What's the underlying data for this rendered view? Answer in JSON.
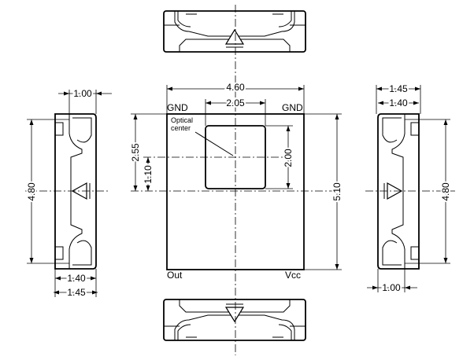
{
  "front": {
    "width": "4.60",
    "height": "5.10",
    "window_width": "2.05",
    "window_height": "2.00",
    "center_y_from_top": "2.55",
    "center_y_from_window_bottom": "1.10",
    "pin_top_left": "GND",
    "pin_top_right": "GND",
    "pin_bottom_left": "Out",
    "pin_bottom_right": "Vcc",
    "optical_center_line1": "Optical",
    "optical_center_line2": "center"
  },
  "left_side": {
    "top_width": "1.00",
    "height": "4.80",
    "bottom_width_inner": "1.40",
    "bottom_width_outer": "1.45"
  },
  "right_side": {
    "top_width_outer": "1.45",
    "top_width_inner": "1.40",
    "height": "4.80",
    "bottom_width": "1.00"
  }
}
